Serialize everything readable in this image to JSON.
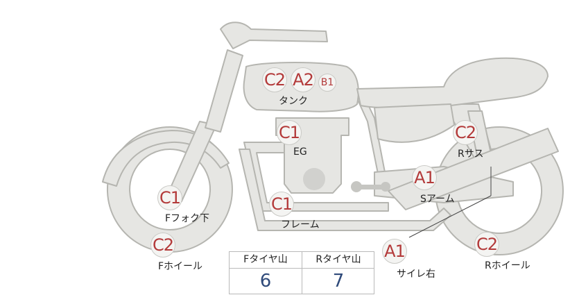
{
  "parts": {
    "tank": {
      "grades": [
        "C2",
        "A2",
        "B1"
      ],
      "label": "タンク"
    },
    "engine": {
      "grade": "C1",
      "label": "EG"
    },
    "rear_suspension": {
      "grade": "C2",
      "label": "Rサス"
    },
    "swing_arm": {
      "grade": "A1",
      "label": "Sアーム"
    },
    "front_fork": {
      "grade": "C1",
      "label": "Fフォク下"
    },
    "frame": {
      "grade": "C1",
      "label": "フレーム"
    },
    "front_wheel": {
      "grade": "C2",
      "label": "Fホイール"
    },
    "silencer_right": {
      "grade": "A1",
      "label": "サイレ右"
    },
    "rear_wheel": {
      "grade": "C2",
      "label": "Rホイール"
    }
  },
  "tire_table": {
    "front_header": "Fタイヤ山",
    "front_value": "6",
    "rear_header": "Rタイヤ山",
    "rear_value": "7"
  },
  "colors": {
    "grade_text": "#b33a3a",
    "bike_fill": "#e6e6e3",
    "bike_stroke": "#b5b5b0",
    "tire_value": "#2f4a7a"
  }
}
